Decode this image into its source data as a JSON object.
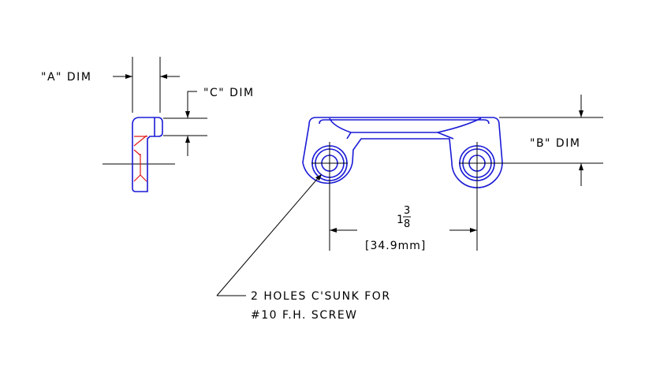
{
  "labels": {
    "a_dim": "\"A\" DIM",
    "c_dim": "\"C\" DIM",
    "b_dim": "\"B\" DIM",
    "dimension_whole": "1",
    "dimension_num": "3",
    "dimension_den": "8",
    "dimension_metric": "[34.9mm]",
    "note_line1": "2 HOLES C'SUNK FOR",
    "note_line2": "#10 F.H. SCREW"
  },
  "colors": {
    "part_outline": "#1a1ad6",
    "section_hatch": "#e01818",
    "dimension_lines": "#000000"
  }
}
